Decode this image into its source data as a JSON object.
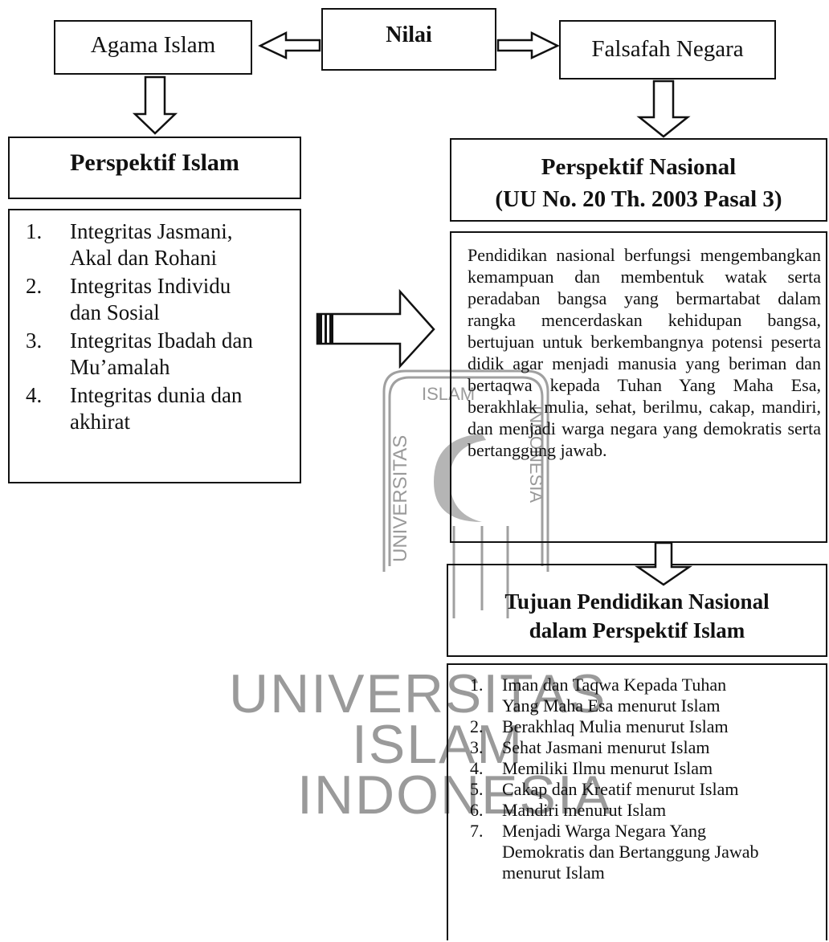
{
  "nodes": {
    "nilai": "Nilai",
    "agama_islam": "Agama Islam",
    "falsafah_negara": "Falsafah Negara",
    "perspektif_islam": "Perspektif Islam",
    "perspektif_nasional_line1": "Perspektif Nasional",
    "perspektif_nasional_line2": "(UU No. 20 Th. 2003 Pasal 3)",
    "tujuan_line1": "Tujuan Pendidikan Nasional",
    "tujuan_line2": "dalam Perspektif Islam"
  },
  "islam_list": [
    {
      "num": "1.",
      "line1": "Integritas Jasmani,",
      "line2": "Akal dan Rohani"
    },
    {
      "num": "2.",
      "line1": "Integritas Individu",
      "line2": "dan Sosial"
    },
    {
      "num": "3.",
      "line1": "Integritas Ibadah dan",
      "line2": "Mu’amalah"
    },
    {
      "num": "4.",
      "line1": "Integritas dunia dan",
      "line2": "akhirat"
    }
  ],
  "nasional_paragraph": "Pendidikan nasional berfungsi mengembangkan kemampuan dan membentuk watak serta peradaban bangsa yang bermartabat dalam rangka mencerdaskan kehidupan bangsa, bertujuan untuk berkembangnya potensi peserta didik agar menjadi manusia yang beriman dan bertaqwa kepada Tuhan Yang Maha Esa, berakhlak mulia, sehat, berilmu, cakap, mandiri, dan menjadi warga negara yang demokratis serta bertanggung jawab.",
  "tujuan_list": [
    {
      "num": "1.",
      "line1": "Iman dan Taqwa Kepada Tuhan",
      "line2": "Yang Maha Esa menurut Islam",
      "line3": ""
    },
    {
      "num": "2.",
      "line1": "Berakhlaq Mulia menurut Islam",
      "line2": "",
      "line3": ""
    },
    {
      "num": "3.",
      "line1": "Sehat Jasmani menurut Islam",
      "line2": "",
      "line3": ""
    },
    {
      "num": "4.",
      "line1": "Memiliki Ilmu menurut Islam",
      "line2": "",
      "line3": ""
    },
    {
      "num": "5.",
      "line1": "Cakap dan Kreatif menurut Islam",
      "line2": "",
      "line3": ""
    },
    {
      "num": "6.",
      "line1": "Mandiri menurut Islam",
      "line2": "",
      "line3": ""
    },
    {
      "num": "7.",
      "line1": "Menjadi Warga Negara Yang",
      "line2": "Demokratis dan Bertanggung Jawab",
      "line3": "menurut Islam"
    }
  ],
  "watermark": {
    "big_line1": "UNIVERSITAS",
    "big_line2": "ISLAM",
    "big_line3": "INDONESIA",
    "seal_top": "ISLAM",
    "seal_left": "UNIVERSITAS",
    "seal_right": "INDONESIA",
    "color": "#9a9a9a"
  }
}
